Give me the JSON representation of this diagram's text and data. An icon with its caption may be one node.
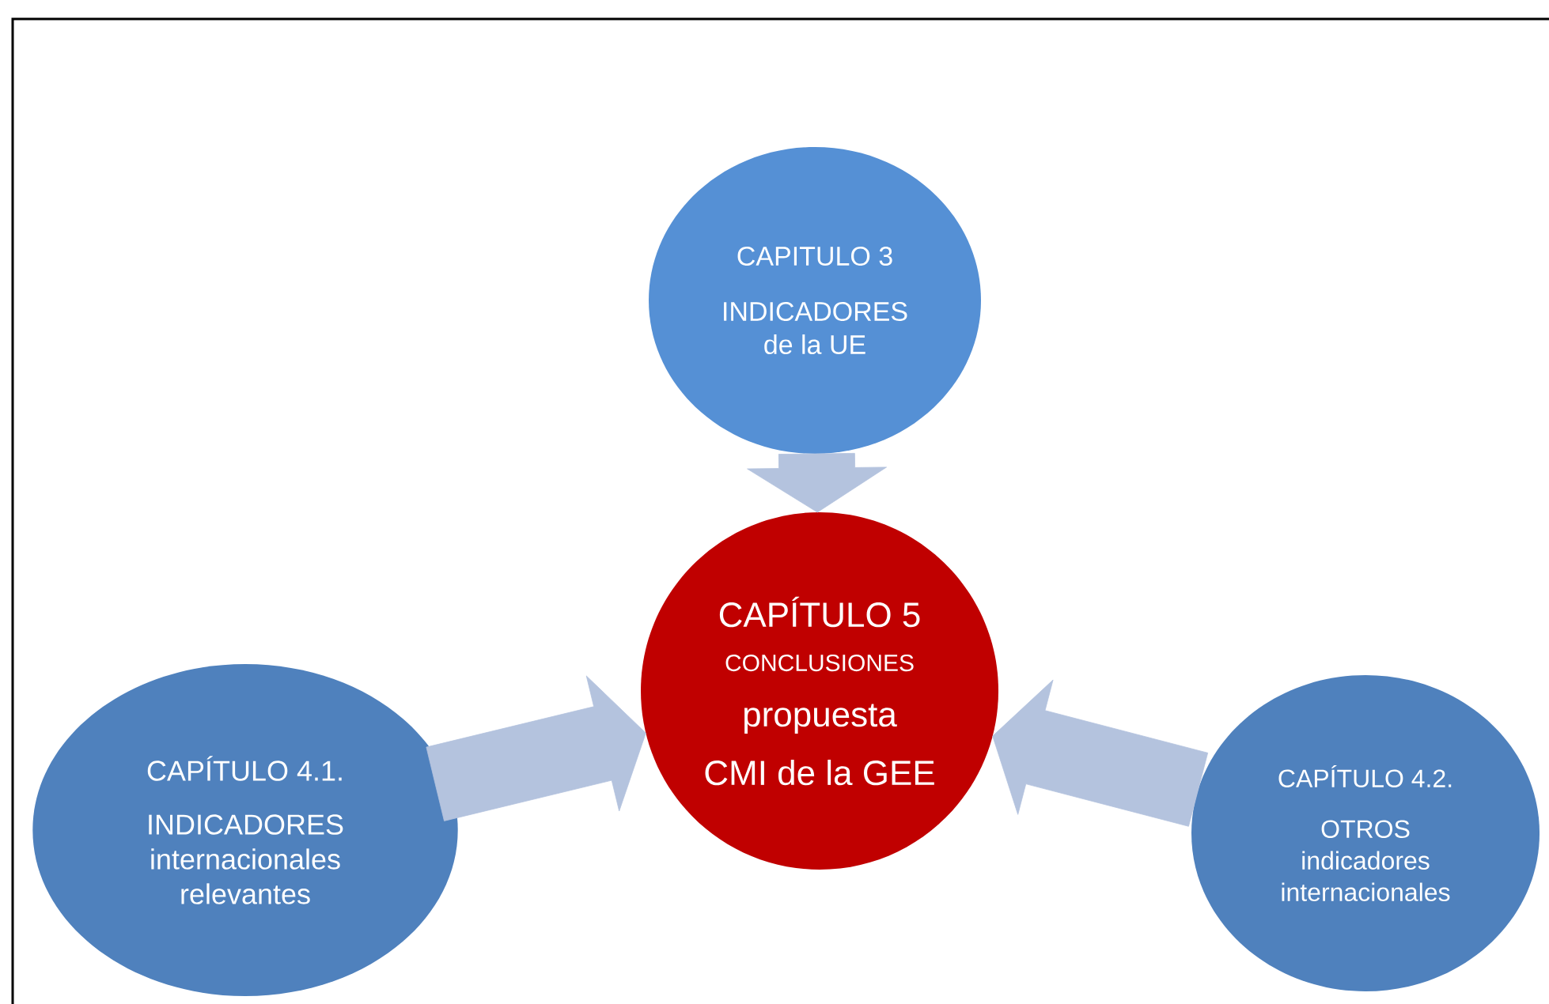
{
  "diagram": {
    "nodes": [
      {
        "text": [
          "CAPITULO 3",
          "INDICADORES de la UE"
        ]
      },
      {
        "text": [
          "CAPÍTULO 5",
          "CONCLUSIONES",
          "propuesta",
          "CMI de la GEE"
        ]
      },
      {
        "text": [
          "CAPÍTULO 4.1.",
          "INDICADORES internacionales relevantes"
        ]
      },
      {
        "text": [
          "CAPÍTULO 4.2.",
          "OTROS indicadores internacionales"
        ]
      }
    ],
    "edges": [
      {
        "from": 0,
        "to": 1,
        "arrow": "to"
      },
      {
        "from": 2,
        "to": 1,
        "arrow": "to"
      },
      {
        "from": 3,
        "to": 1,
        "arrow": "to"
      }
    ]
  }
}
